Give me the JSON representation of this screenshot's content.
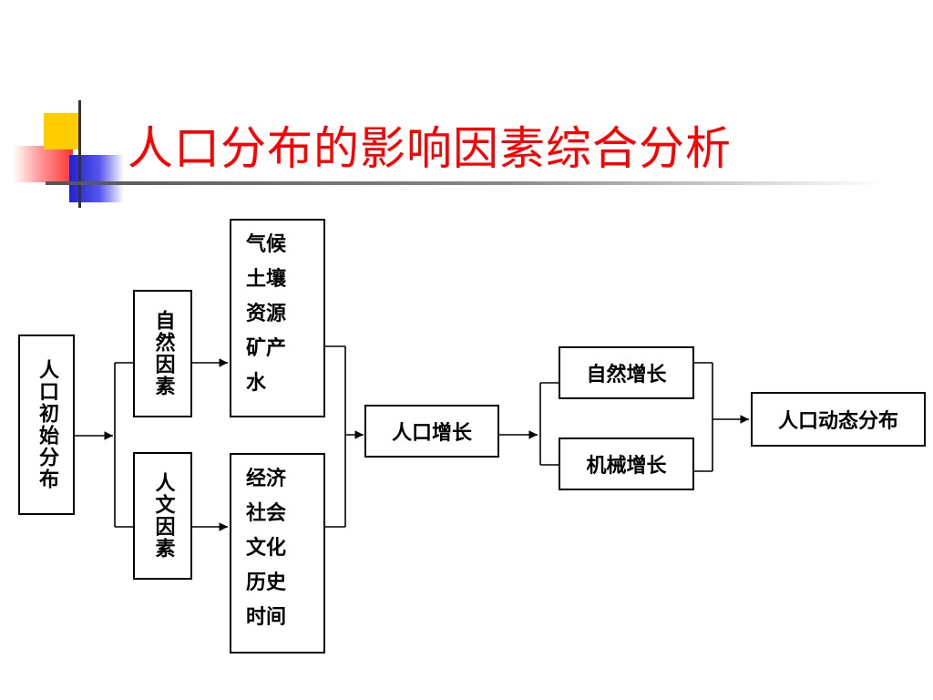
{
  "slide": {
    "title": "人口分布的影响因素综合分析"
  },
  "diagram": {
    "initial_distribution": "人口初始分布",
    "natural_factors": "自然因素",
    "human_factors": "人文因素",
    "natural_list": [
      "气候",
      "土壤",
      "资源",
      "矿产",
      "水"
    ],
    "human_list": [
      "经济",
      "社会",
      "文化",
      "历史",
      "时间"
    ],
    "population_growth": "人口增长",
    "natural_growth": "自然增长",
    "mechanical_growth": "机械增长",
    "dynamic_distribution": "人口动态分布"
  },
  "colors": {
    "title": "#ff0000",
    "line": "#000000",
    "deco_yellow": "#ffcc00",
    "deco_blue": "#2222cc",
    "deco_red": "#ff3333"
  }
}
